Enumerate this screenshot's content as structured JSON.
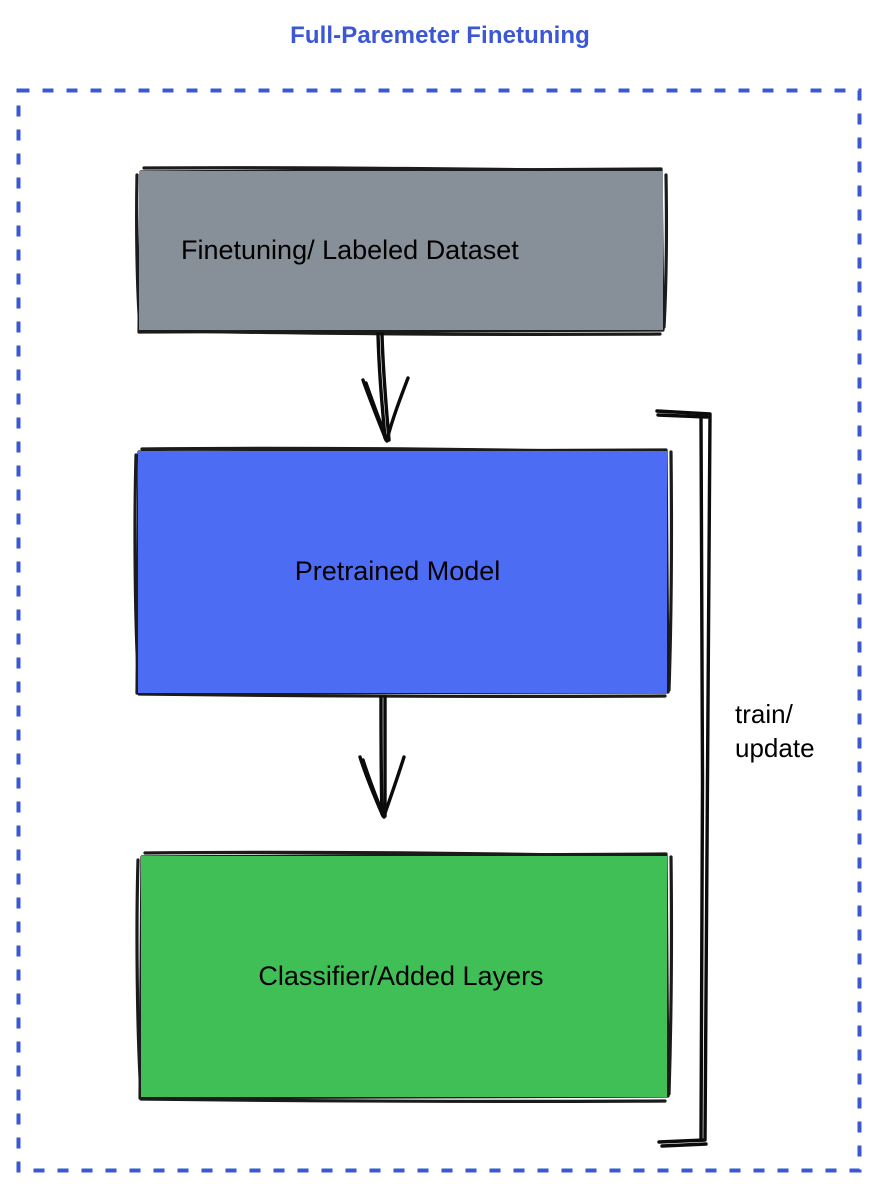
{
  "diagram": {
    "title": "Full-Paremeter Finetuning",
    "title_color": "#3b57d6",
    "frame": {
      "style": "dashed",
      "color": "#3b57d6"
    },
    "nodes": [
      {
        "id": "dataset",
        "label": "Finetuning/ Labeled Dataset",
        "fill": "#878f98",
        "stroke": "#1b1b1b",
        "shape": "rectangle"
      },
      {
        "id": "pretrained",
        "label": "Pretrained Model",
        "fill": "#4c6cf3",
        "stroke": "#1b1b1b",
        "shape": "rectangle"
      },
      {
        "id": "classifier",
        "label": "Classifier/Added Layers",
        "fill": "#3fbf55",
        "stroke": "#1b1b1b",
        "shape": "rectangle"
      }
    ],
    "edges": [
      {
        "id": "dataset-to-pretrained",
        "from": "dataset",
        "to": "pretrained",
        "label": "",
        "arrow": "down"
      },
      {
        "id": "pretrained-to-classifier",
        "from": "pretrained",
        "to": "classifier",
        "label": "",
        "arrow": "down"
      },
      {
        "id": "feedback-loop",
        "from": "classifier",
        "to": "pretrained",
        "label": "train/\nupdate",
        "arrow": "bracket"
      }
    ]
  }
}
